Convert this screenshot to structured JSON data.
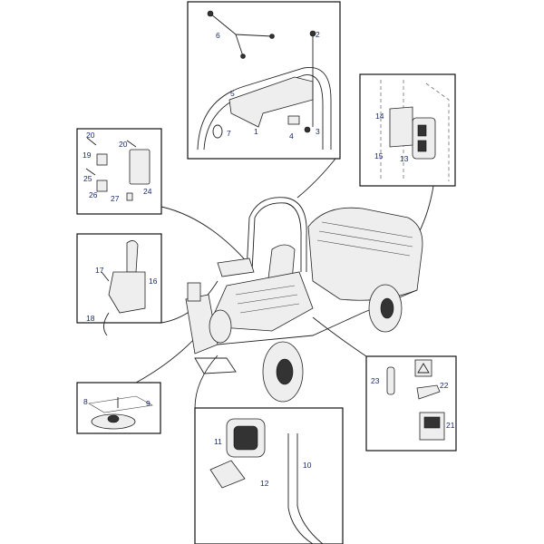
{
  "title": "Operator station parts diagram",
  "callouts": [
    "1",
    "2",
    "3",
    "4",
    "5",
    "6",
    "7",
    "8",
    "9",
    "10",
    "11",
    "12",
    "13",
    "14",
    "15",
    "16",
    "17",
    "18",
    "19",
    "20",
    "20",
    "21",
    "22",
    "23",
    "24",
    "25",
    "26",
    "27"
  ]
}
